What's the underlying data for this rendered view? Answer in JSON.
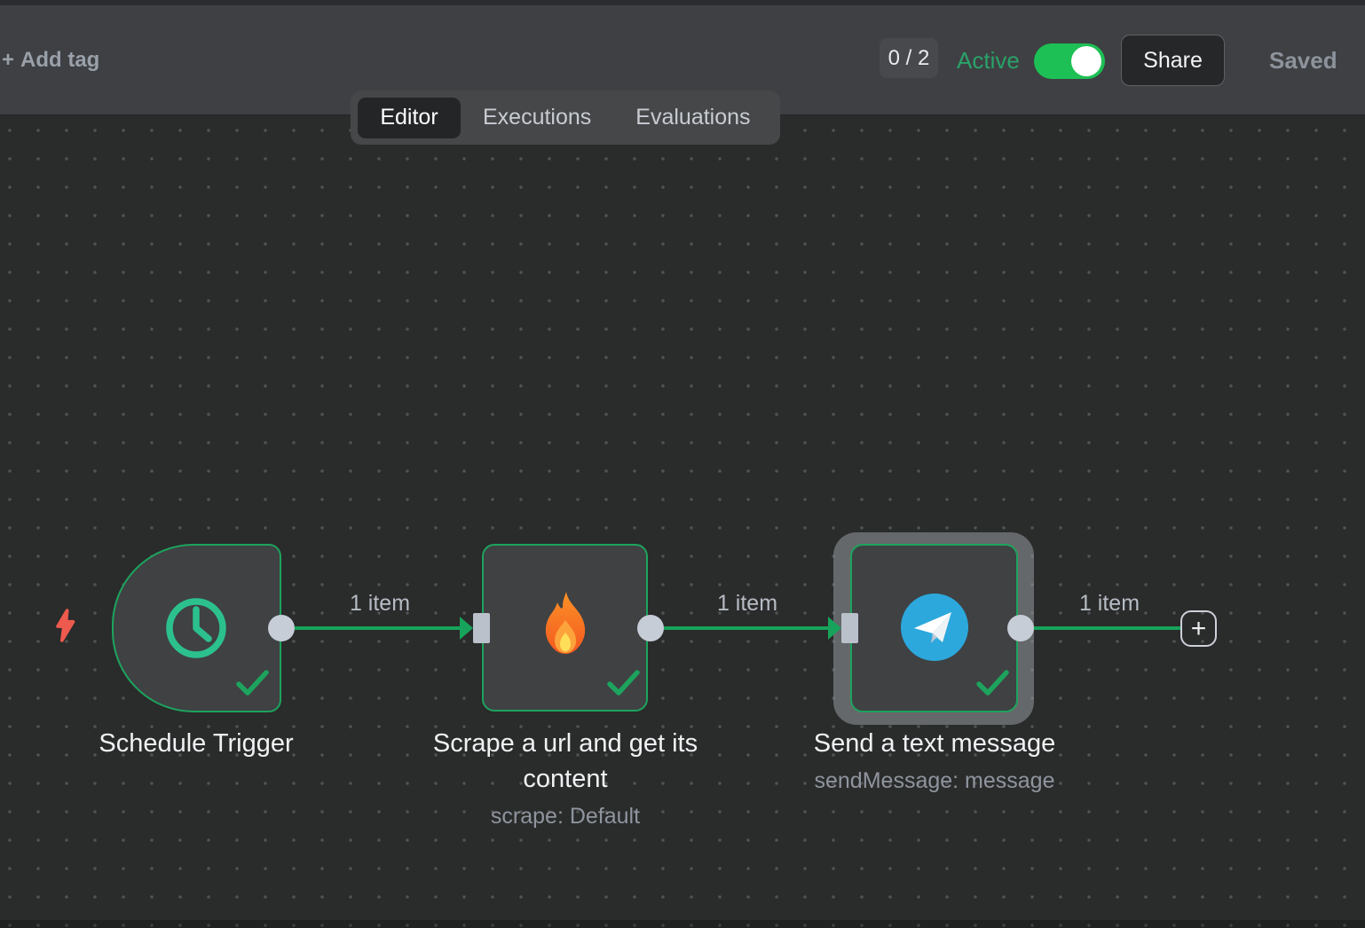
{
  "header": {
    "add_tag_icon": "+",
    "add_tag_label": "Add tag",
    "execution_badge": "0 / 2",
    "active_label": "Active",
    "active_state": "on",
    "share_label": "Share",
    "saved_label": "Saved"
  },
  "tabs": {
    "items": [
      {
        "label": "Editor",
        "active": true
      },
      {
        "label": "Executions",
        "active": false
      },
      {
        "label": "Evaluations",
        "active": false
      }
    ]
  },
  "workflow": {
    "nodes": [
      {
        "title": "Schedule Trigger",
        "subtitle": "",
        "icon": "clock-icon",
        "status": "success",
        "selected": false
      },
      {
        "title": "Scrape a url and get its content",
        "subtitle": "scrape: Default",
        "icon": "fire-icon",
        "status": "success",
        "selected": false
      },
      {
        "title": "Send a text message",
        "subtitle": "sendMessage: message",
        "icon": "telegram-icon",
        "status": "success",
        "selected": true
      }
    ],
    "connections": [
      {
        "label": "1 item"
      },
      {
        "label": "1 item"
      },
      {
        "label": "1 item"
      }
    ],
    "add_node_button": "+"
  },
  "colors": {
    "accent_green": "#1da35d",
    "toggle_green": "#1dc054",
    "active_text_green": "#2aa269",
    "clock_green": "#2cc08d",
    "error_red": "#ee5a4e",
    "telegram_blue": "#2ca8dd",
    "header_bg": "#3e4043",
    "canvas_bg": "#2a2b2b"
  }
}
